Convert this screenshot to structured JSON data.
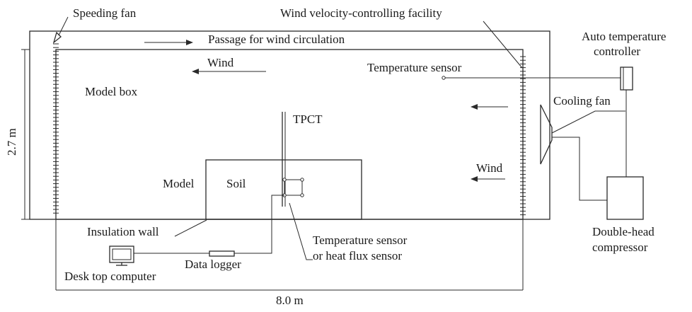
{
  "labels": {
    "speeding_fan": "Speeding fan",
    "wind_facility": "Wind velocity-controlling facility",
    "passage": "Passage for wind circulation",
    "auto_temp_line1": "Auto temperature",
    "auto_temp_line2": "controller",
    "wind_top": "Wind",
    "temp_sensor": "Temperature sensor",
    "model_box": "Model box",
    "tpct": "TPCT",
    "cooling_fan": "Cooling fan",
    "height": "2.7 m",
    "wind_right": "Wind",
    "model": "Model",
    "soil": "Soil",
    "insulation_wall": "Insulation wall",
    "sensor_line1": "Temperature sensor",
    "sensor_line2": "or heat flux sensor",
    "compressor_line1": "Double-head",
    "compressor_line2": "compressor",
    "data_logger": "Data logger",
    "desk_computer": "Desk top computer",
    "width": "8.0 m"
  }
}
